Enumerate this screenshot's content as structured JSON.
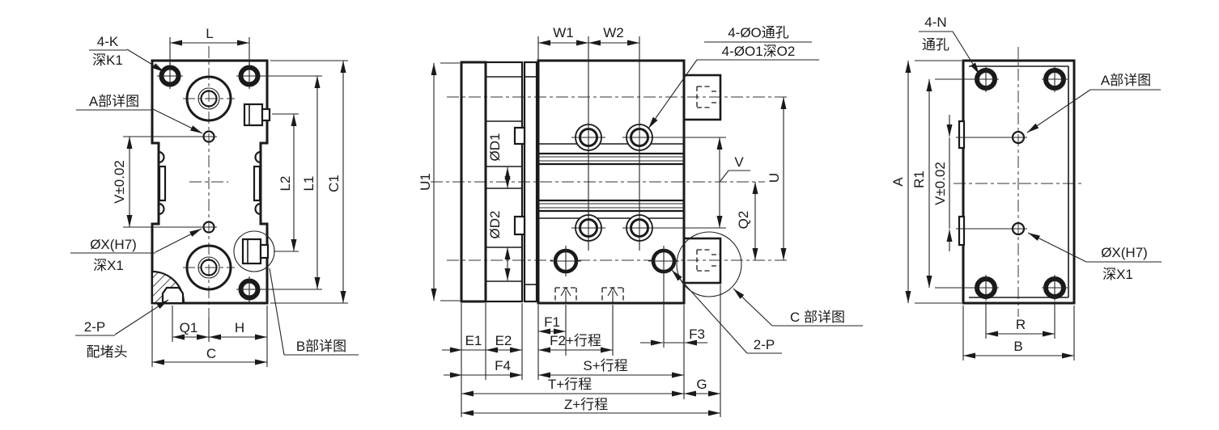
{
  "front": {
    "k": "4-K",
    "k1": "深K1",
    "detail_a": "A部详图",
    "v": "V±0.02",
    "x": "ØX(H7)",
    "x1": "深X1",
    "p": "2-P",
    "p_note": "配堵头",
    "detail_b": "B部详图",
    "l": "L",
    "l1": "L1",
    "l2": "L2",
    "c1": "C1",
    "q1": "Q1",
    "h": "H",
    "c": "C"
  },
  "side": {
    "w1": "W1",
    "w2": "W2",
    "o": "4-ØO通孔",
    "o1": "4-ØO1深O2",
    "u1": "U1",
    "d1": "ØD1",
    "d2": "ØD2",
    "v": "V",
    "u": "U",
    "q2": "Q2",
    "detail_c": "C 部详图",
    "p": "2-P",
    "e1": "E1",
    "e2": "E2",
    "f1": "F1",
    "f2": "F2+行程",
    "f3": "F3",
    "f4": "F4",
    "s": "S+行程",
    "t": "T+行程",
    "g": "G",
    "z": "Z+行程"
  },
  "rear": {
    "n": "4-N",
    "n_note": "通孔",
    "detail_a": "A部详图",
    "a": "A",
    "r1": "R1",
    "v": "V±0.02",
    "x": "ØX(H7)",
    "x1": "深X1",
    "r": "R",
    "b": "B"
  }
}
